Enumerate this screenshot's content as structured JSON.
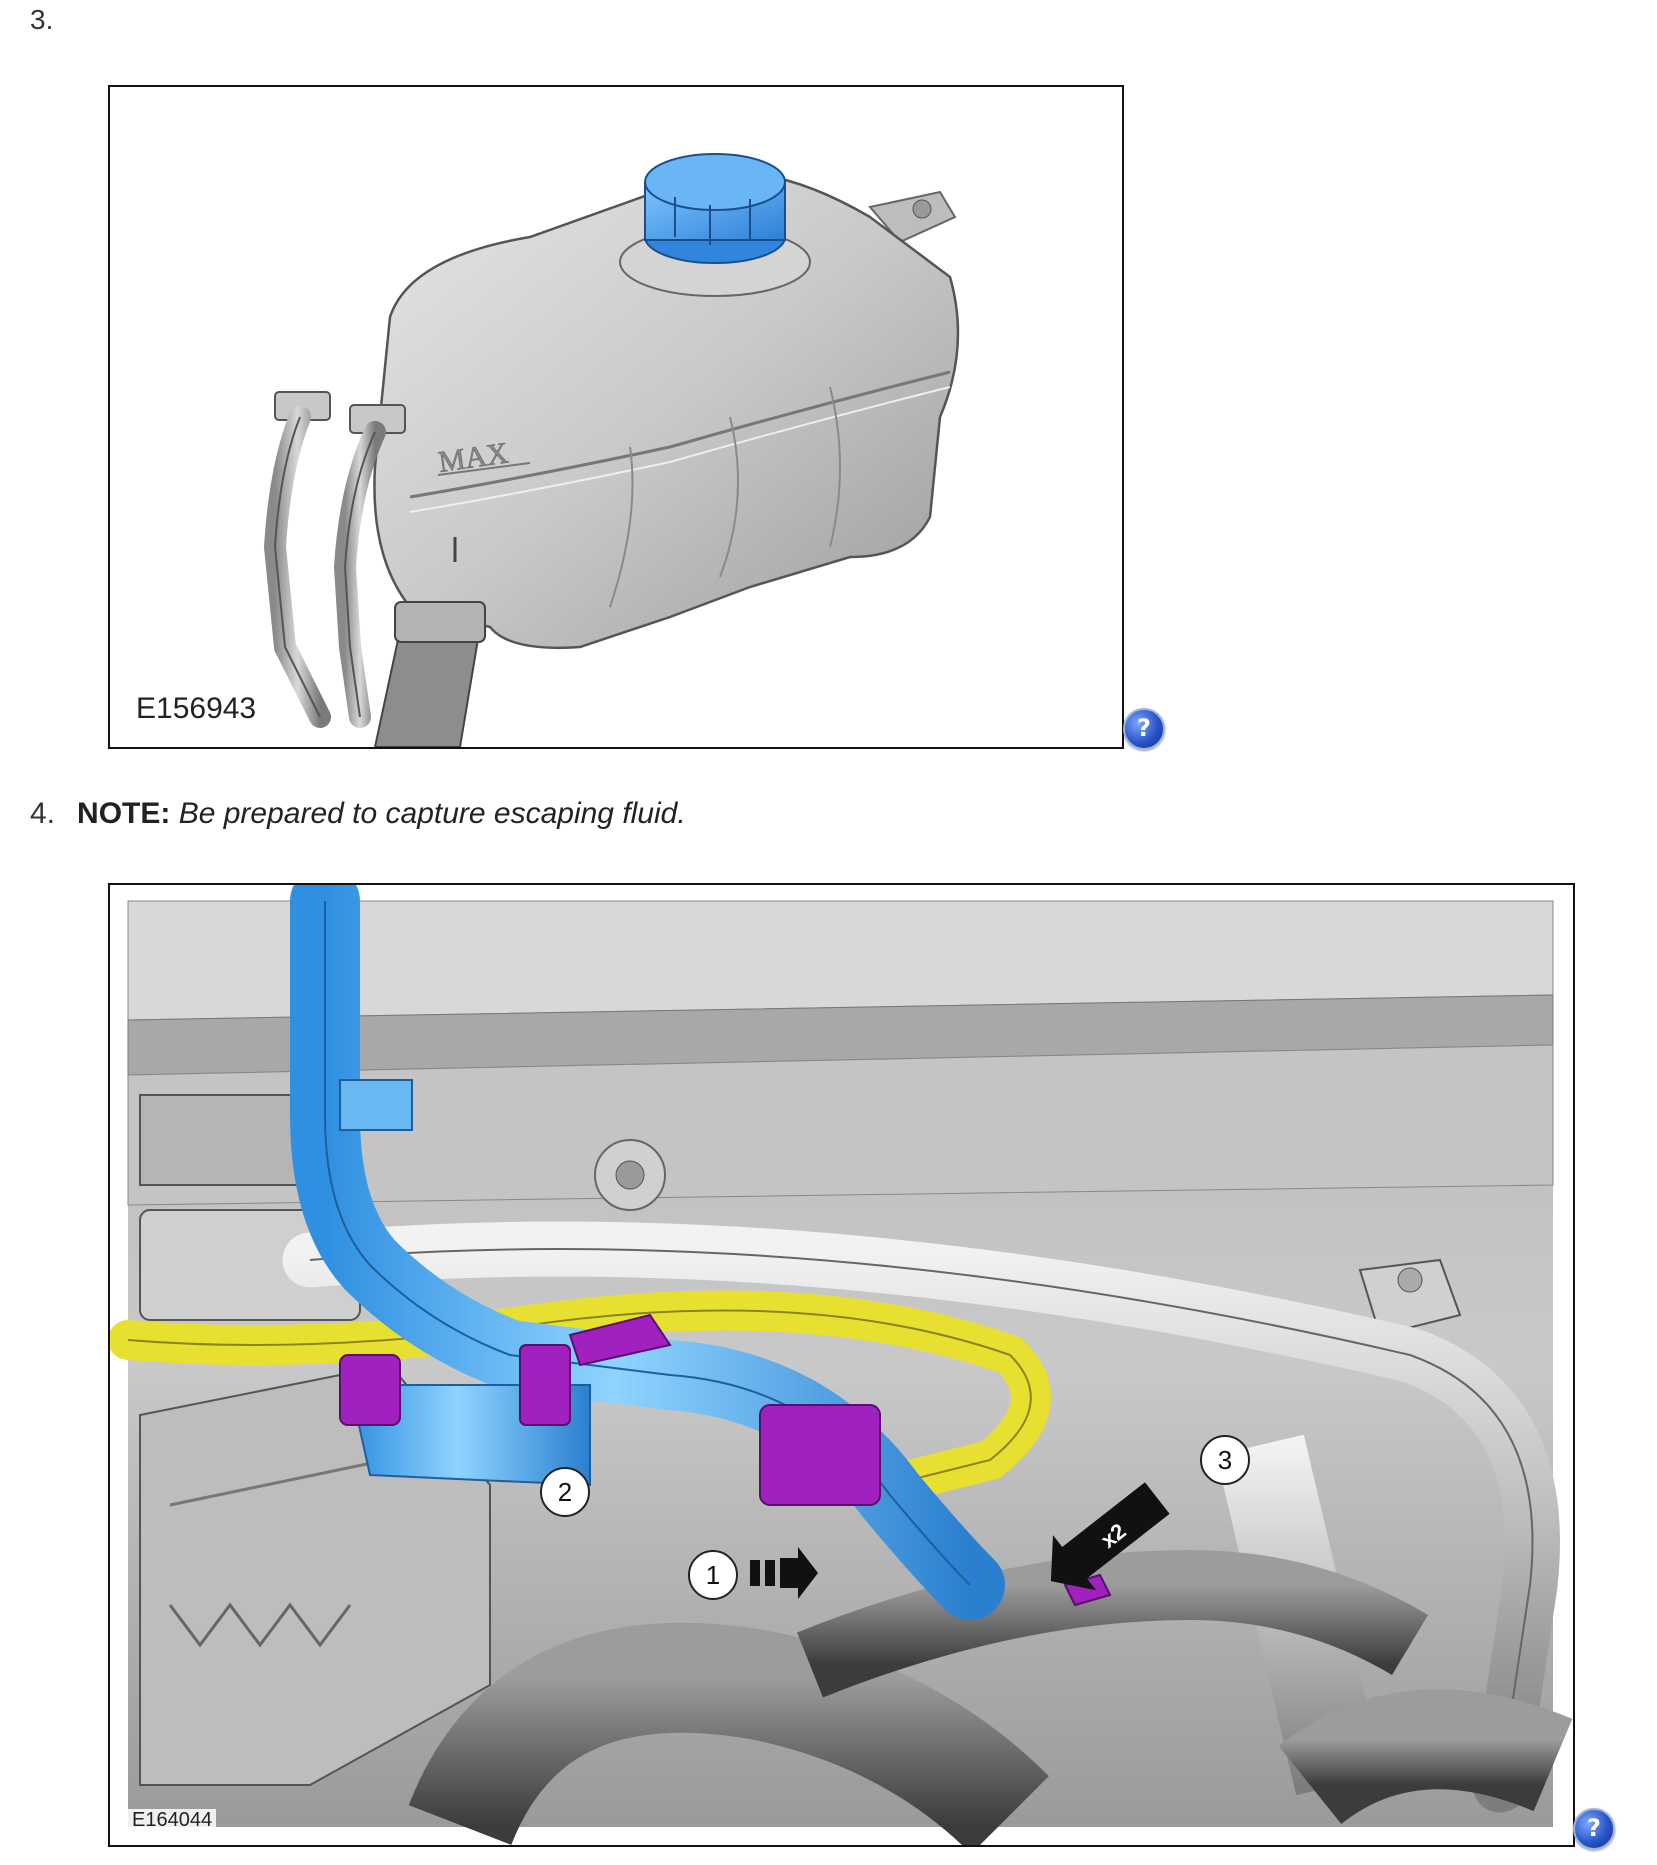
{
  "steps": {
    "step3": {
      "number": "3."
    },
    "step4": {
      "number": "4.",
      "note_label": "NOTE:",
      "note_text": "Be prepared to capture escaping fluid."
    }
  },
  "figures": [
    {
      "id": "E156943",
      "tank_embossing": "MAX",
      "help_icon": "help-question-icon"
    },
    {
      "id": "E164044",
      "help_icon": "help-question-icon",
      "callouts": [
        "1",
        "2",
        "3"
      ],
      "multiplier": "x2",
      "colors": {
        "coolant_hose": "#3da0ea",
        "clip": "#a020c0",
        "harness": "#e8e030"
      }
    }
  ],
  "help_label": "?"
}
